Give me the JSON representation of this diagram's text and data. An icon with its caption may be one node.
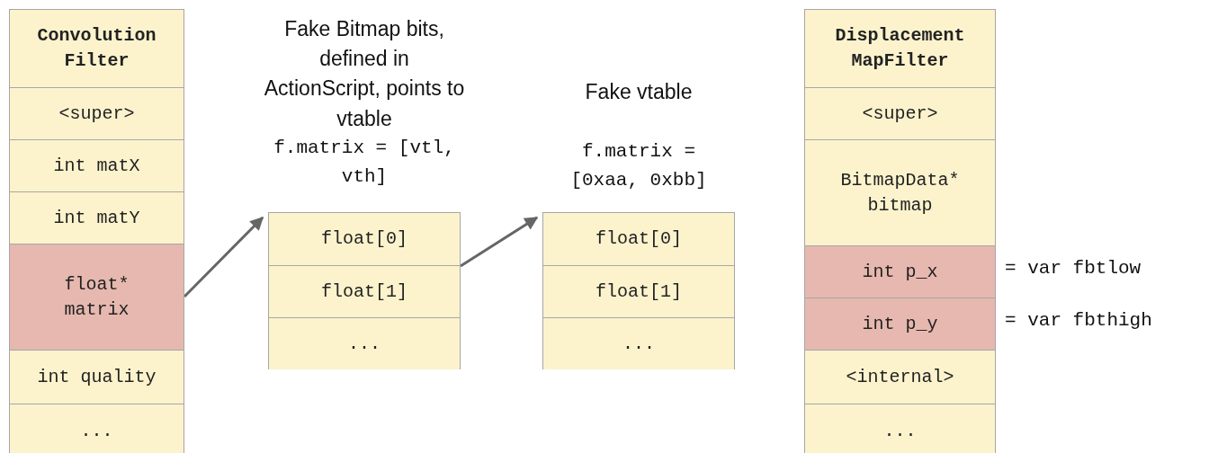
{
  "diagram": {
    "nodes": [
      {
        "text": [
          "Convolution Filter"
        ]
      },
      {
        "text": [
          "<super>"
        ],
        "in": 0
      },
      {
        "text": [
          "int matX"
        ],
        "in": 0
      },
      {
        "text": [
          "int matY"
        ],
        "in": 0
      },
      {
        "text": [
          "float* matrix"
        ],
        "in": 0
      },
      {
        "text": [
          "int quality"
        ],
        "in": 0
      },
      {
        "text": [
          "..."
        ],
        "in": 0
      },
      {
        "text": [
          "Fake Bitmap bits, defined in ActionScript, points to vtable",
          "f.matrix = [vtl, vth]"
        ]
      },
      {
        "text": [
          "float[0]"
        ],
        "in": 7
      },
      {
        "text": [
          "float[1]"
        ],
        "in": 7
      },
      {
        "text": [
          "..."
        ],
        "in": 7
      },
      {
        "text": [
          "Fake vtable",
          "f.matrix = [0xaa, 0xbb]"
        ]
      },
      {
        "text": [
          "float[0]"
        ],
        "in": 11
      },
      {
        "text": [
          "float[1]"
        ],
        "in": 11
      },
      {
        "text": [
          "..."
        ],
        "in": 11
      },
      {
        "text": [
          "Displacement MapFilter"
        ]
      },
      {
        "text": [
          "<super>"
        ],
        "in": 15
      },
      {
        "text": [
          "BitmapData* bitmap"
        ],
        "in": 15
      },
      {
        "text": [
          "int p_x"
        ],
        "in": 15,
        "beside": [
          "= var fbtlow"
        ]
      },
      {
        "text": [
          "int p_y"
        ],
        "in": 15,
        "beside": [
          "= var fbthigh"
        ]
      },
      {
        "text": [
          "<internal>"
        ],
        "in": 15
      },
      {
        "text": [
          "..."
        ],
        "in": 15
      }
    ],
    "edges": [
      {
        "from": 4,
        "to": 7,
        "arrow": "to"
      },
      {
        "from": 7,
        "to": 11,
        "arrow": "to"
      }
    ]
  }
}
